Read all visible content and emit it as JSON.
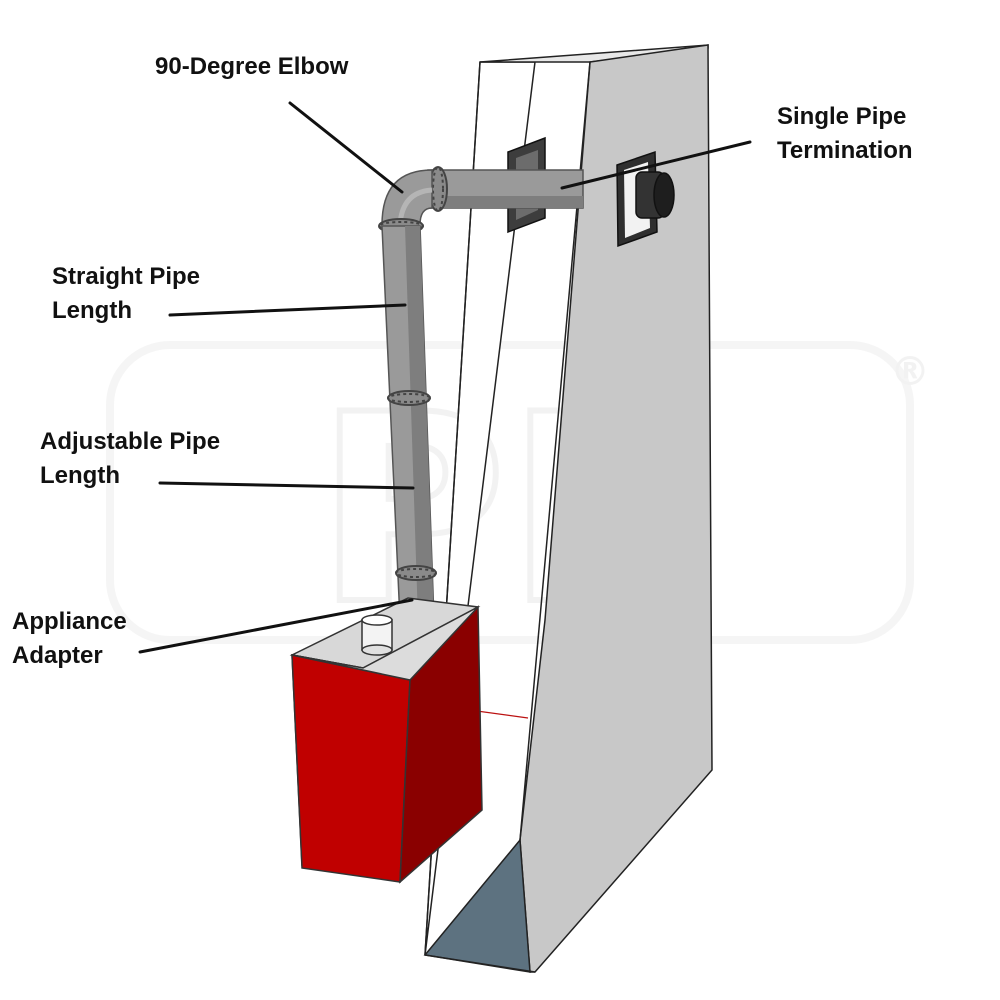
{
  "diagram": {
    "labels": {
      "elbow": "90-Degree Elbow",
      "termination": [
        "Single Pipe",
        "Termination"
      ],
      "straight_pipe": [
        "Straight Pipe",
        "Length"
      ],
      "adjustable_pipe": [
        "Adjustable Pipe",
        "Length"
      ],
      "adapter": [
        "Appliance",
        "Adapter"
      ]
    },
    "watermark": {
      "mark": "PE",
      "registered": "®"
    },
    "colors": {
      "wall_face": "#c8c8c8",
      "wall_edge": "#f5f5f5",
      "wall_floor": "#5d7280",
      "pipe": "#9a9a9a",
      "pipe_shadow": "#7a7a7a",
      "heater_front": "#c00000",
      "heater_side": "#8a0000",
      "heater_top": "#d8d8d8",
      "flange": "#3d3d3d",
      "leader": "#111111"
    },
    "icons": [
      "water-heater-icon",
      "vent-pipe-icon",
      "wall-termination-icon"
    ]
  }
}
